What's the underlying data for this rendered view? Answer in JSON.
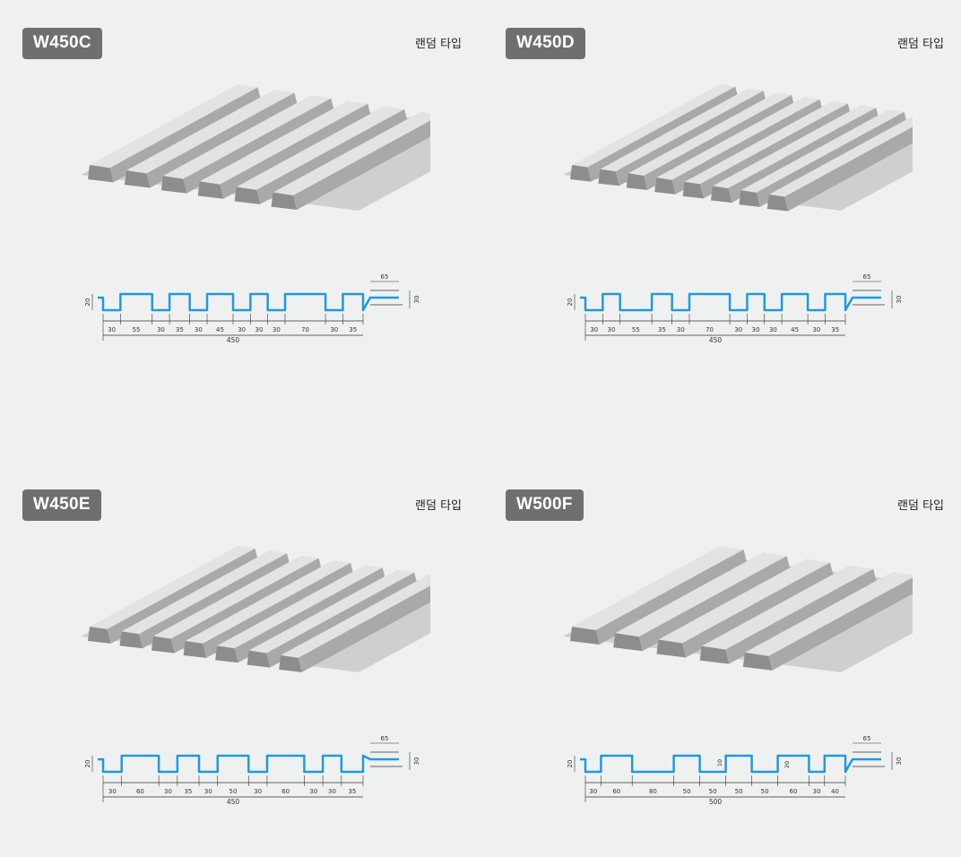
{
  "products": [
    {
      "code": "W450C",
      "type_label": "랜덤 타입",
      "rib_count": 6,
      "profile": {
        "segments": [
          "30",
          "55",
          "30",
          "35",
          "30",
          "45",
          "30",
          "30",
          "30",
          "70",
          "30",
          "35"
        ],
        "total": "450",
        "height": "20",
        "overlap": "65",
        "lip": "30"
      }
    },
    {
      "code": "W450D",
      "type_label": "랜덤 타입",
      "rib_count": 8,
      "profile": {
        "segments": [
          "30",
          "30",
          "55",
          "35",
          "30",
          "70",
          "30",
          "30",
          "30",
          "45",
          "30",
          "35"
        ],
        "total": "450",
        "height": "20",
        "overlap": "65",
        "lip": "30"
      }
    },
    {
      "code": "W450E",
      "type_label": "랜덤 타입",
      "rib_count": 7,
      "profile": {
        "segments": [
          "30",
          "60",
          "30",
          "35",
          "30",
          "50",
          "30",
          "60",
          "30",
          "30",
          "35"
        ],
        "total": "450",
        "height": "20",
        "overlap": "65",
        "lip": "30"
      }
    },
    {
      "code": "W500F",
      "type_label": "랜덤 타입",
      "rib_count": 5,
      "profile": {
        "segments": [
          "30",
          "60",
          "80",
          "50",
          "50",
          "50",
          "50",
          "60",
          "30",
          "40"
        ],
        "total": "500",
        "height": "20",
        "overlap": "65",
        "lip": "30",
        "inner_height_1": "10",
        "inner_height_2": "20"
      }
    }
  ],
  "colors": {
    "background": "#eff1f0",
    "badge": "#6f6f6f",
    "profile_line": "#1d9be0",
    "panel_light": "#e3e3e1",
    "panel_mid": "#cfcfcd",
    "panel_dark": "#a9a9a7"
  }
}
